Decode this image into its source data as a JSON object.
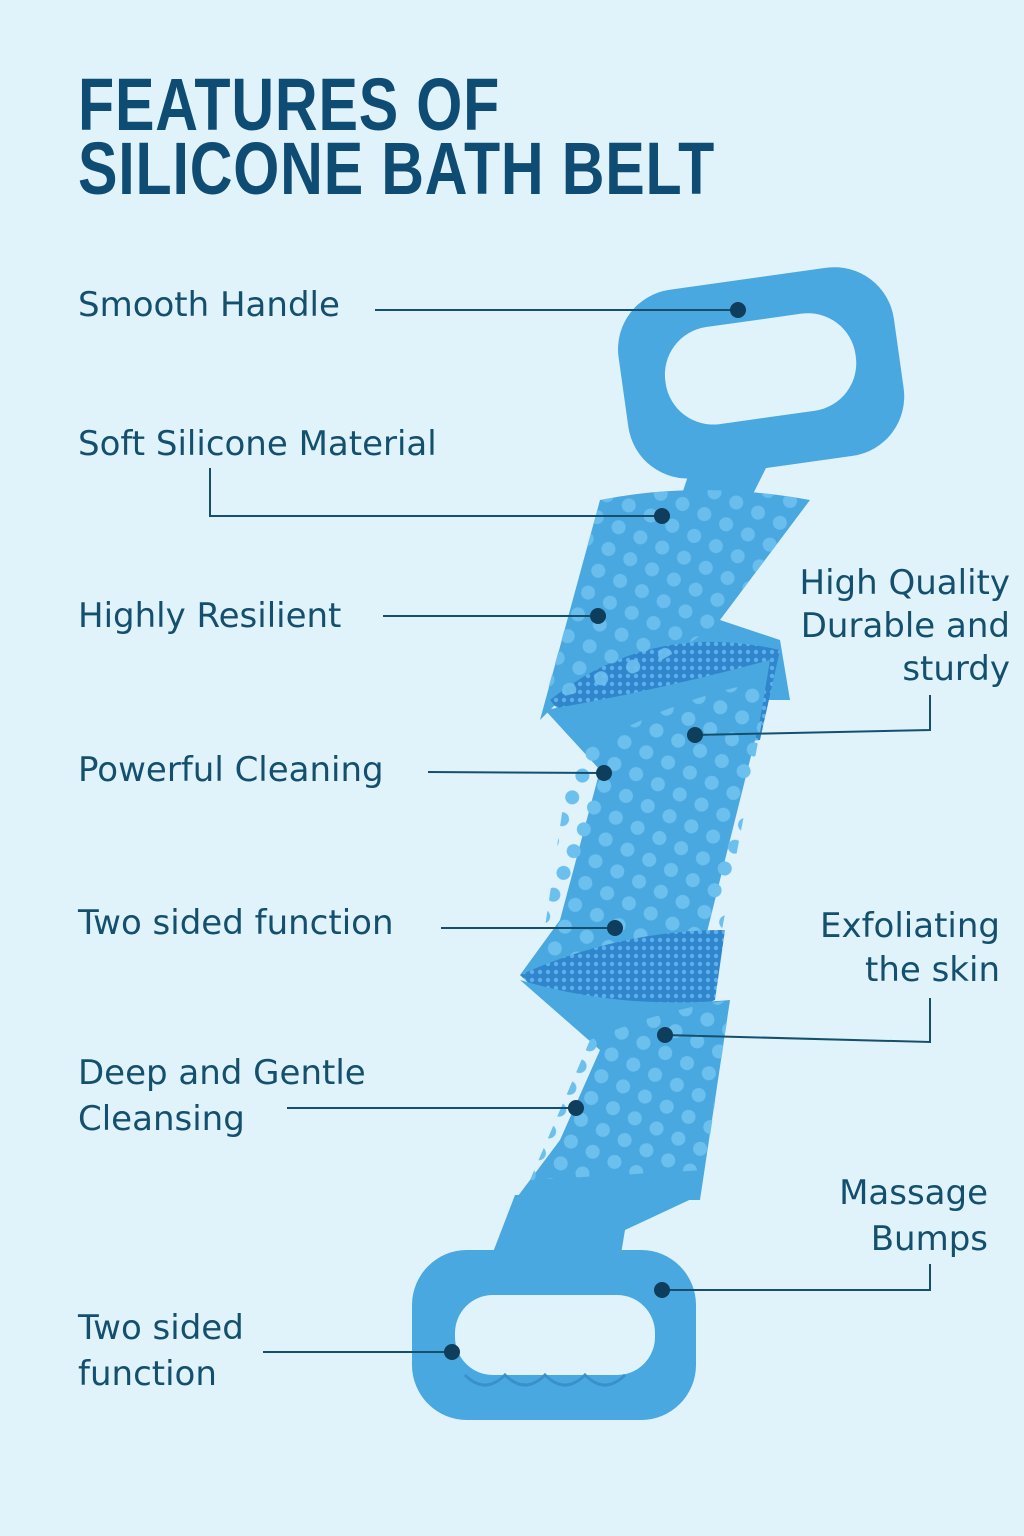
{
  "title": {
    "line1": "FEATURES OF",
    "line2": "SILICONE BATH BELT"
  },
  "colors": {
    "background": "#e0f3fb",
    "title": "#0f4c73",
    "text": "#14506e",
    "belt": "#4aa8e0",
    "dot": "#0f3d5c"
  },
  "left_labels": [
    {
      "lines": [
        "Smooth Handle"
      ]
    },
    {
      "lines": [
        "Soft Silicone Material"
      ]
    },
    {
      "lines": [
        "Highly Resilient"
      ]
    },
    {
      "lines": [
        "Powerful Cleaning"
      ]
    },
    {
      "lines": [
        "Two sided function"
      ]
    },
    {
      "lines": [
        "Deep and Gentle",
        "Cleansing"
      ]
    },
    {
      "lines": [
        "Two sided",
        "function"
      ]
    }
  ],
  "right_labels": [
    {
      "lines": [
        "High Quality",
        "Durable and",
        "sturdy"
      ]
    },
    {
      "lines": [
        "Exfoliating",
        "the skin"
      ]
    },
    {
      "lines": [
        "Massage",
        "Bumps"
      ]
    }
  ]
}
